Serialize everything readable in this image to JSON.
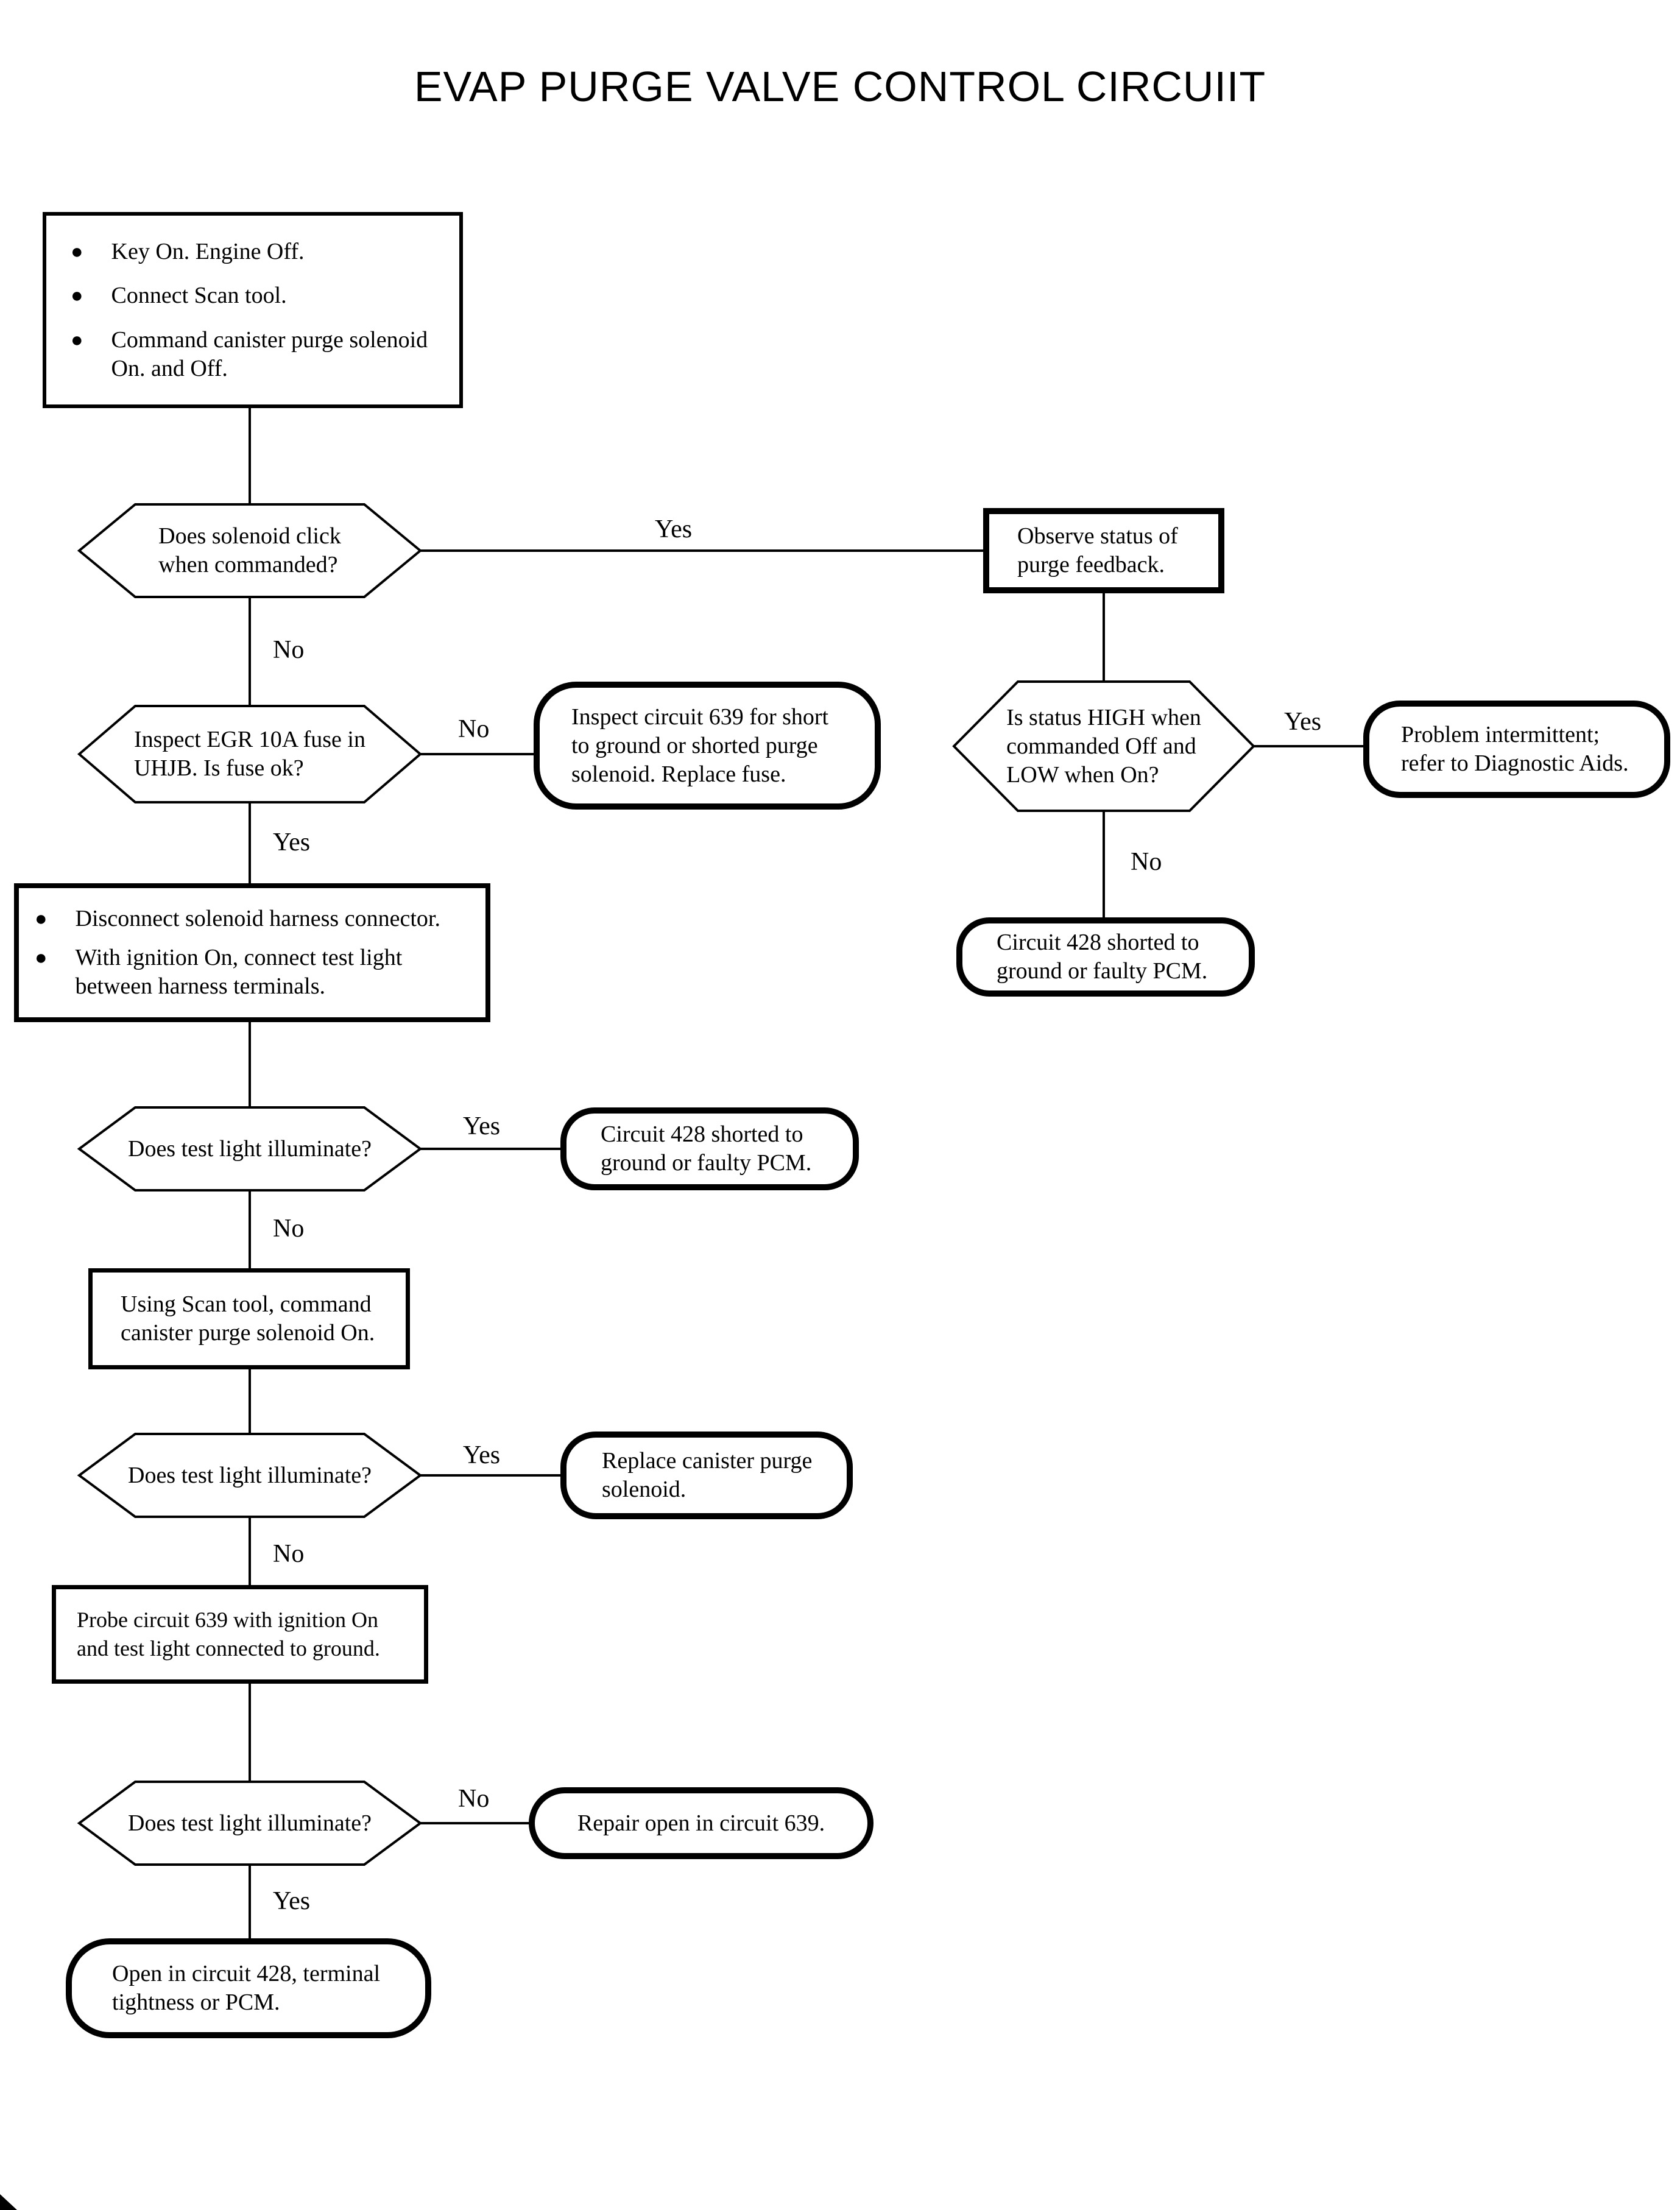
{
  "title": "EVAP PURGE VALVE CONTROL CIRCUIIT",
  "colors": {
    "ink": "#000000",
    "paper": "#ffffff"
  },
  "nodes": {
    "start": {
      "type": "step",
      "bullets": [
        {
          "lines": [
            "Key On. Engine Off."
          ]
        },
        {
          "lines": [
            "Connect Scan tool."
          ]
        },
        {
          "lines": [
            "Command canister purge solenoid",
            "On. and Off."
          ]
        }
      ]
    },
    "d1": {
      "type": "decision",
      "lines": [
        "Does solenoid click",
        "when commanded?"
      ]
    },
    "observe": {
      "type": "action",
      "lines": [
        "Observe status of",
        "purge feedback."
      ]
    },
    "d2": {
      "type": "decision",
      "lines": [
        "Inspect EGR 10A fuse in",
        "UHJB. Is fuse ok?"
      ]
    },
    "inspect639": {
      "type": "action",
      "lines": [
        "Inspect circuit 639 for short",
        "to ground or shorted purge",
        "solenoid. Replace fuse."
      ]
    },
    "d3": {
      "type": "decision",
      "lines": [
        "Is status HIGH when",
        "commanded Off and",
        "LOW when On?"
      ]
    },
    "problem": {
      "type": "terminal",
      "lines": [
        "Problem intermittent;",
        "refer to Diagnostic Aids."
      ]
    },
    "c428_right": {
      "type": "terminal",
      "lines": [
        "Circuit 428 shorted to",
        "ground or faulty PCM."
      ]
    },
    "prep": {
      "type": "step",
      "bullets": [
        {
          "lines": [
            "Disconnect solenoid harness connector."
          ]
        },
        {
          "lines": [
            "With ignition On, connect test light",
            "between harness terminals."
          ]
        }
      ]
    },
    "d4": {
      "type": "decision",
      "lines": [
        "Does test light illuminate?"
      ]
    },
    "c428_left": {
      "type": "terminal",
      "lines": [
        "Circuit 428 shorted to",
        "ground or faulty PCM."
      ]
    },
    "scan_on": {
      "type": "step",
      "lines": [
        "Using Scan tool, command",
        "canister purge solenoid On."
      ]
    },
    "d5": {
      "type": "decision",
      "lines": [
        "Does test light illuminate?"
      ]
    },
    "replace": {
      "type": "terminal",
      "lines": [
        "Replace canister purge",
        "solenoid."
      ]
    },
    "probe": {
      "type": "step",
      "lines": [
        "Probe circuit 639 with ignition On",
        "and test light connected to ground."
      ]
    },
    "d6": {
      "type": "decision",
      "lines": [
        "Does test light illuminate?"
      ]
    },
    "repair": {
      "type": "terminal",
      "lines": [
        "Repair open in circuit 639."
      ]
    },
    "open428": {
      "type": "terminal",
      "lines": [
        "Open in circuit 428, terminal",
        "tightness or PCM."
      ]
    }
  },
  "edges": [
    {
      "from": "start",
      "to": "d1",
      "label": ""
    },
    {
      "from": "d1",
      "to": "observe",
      "label": "Yes"
    },
    {
      "from": "d1",
      "to": "d2",
      "label": "No"
    },
    {
      "from": "d2",
      "to": "inspect639",
      "label": "No"
    },
    {
      "from": "d2",
      "to": "prep",
      "label": "Yes"
    },
    {
      "from": "observe",
      "to": "d3",
      "label": ""
    },
    {
      "from": "d3",
      "to": "problem",
      "label": "Yes"
    },
    {
      "from": "d3",
      "to": "c428_right",
      "label": "No"
    },
    {
      "from": "prep",
      "to": "d4",
      "label": ""
    },
    {
      "from": "d4",
      "to": "c428_left",
      "label": "Yes"
    },
    {
      "from": "d4",
      "to": "scan_on",
      "label": "No"
    },
    {
      "from": "scan_on",
      "to": "d5",
      "label": ""
    },
    {
      "from": "d5",
      "to": "replace",
      "label": "Yes"
    },
    {
      "from": "d5",
      "to": "probe",
      "label": "No"
    },
    {
      "from": "probe",
      "to": "d6",
      "label": ""
    },
    {
      "from": "d6",
      "to": "repair",
      "label": "No"
    },
    {
      "from": "d6",
      "to": "open428",
      "label": "Yes"
    }
  ]
}
